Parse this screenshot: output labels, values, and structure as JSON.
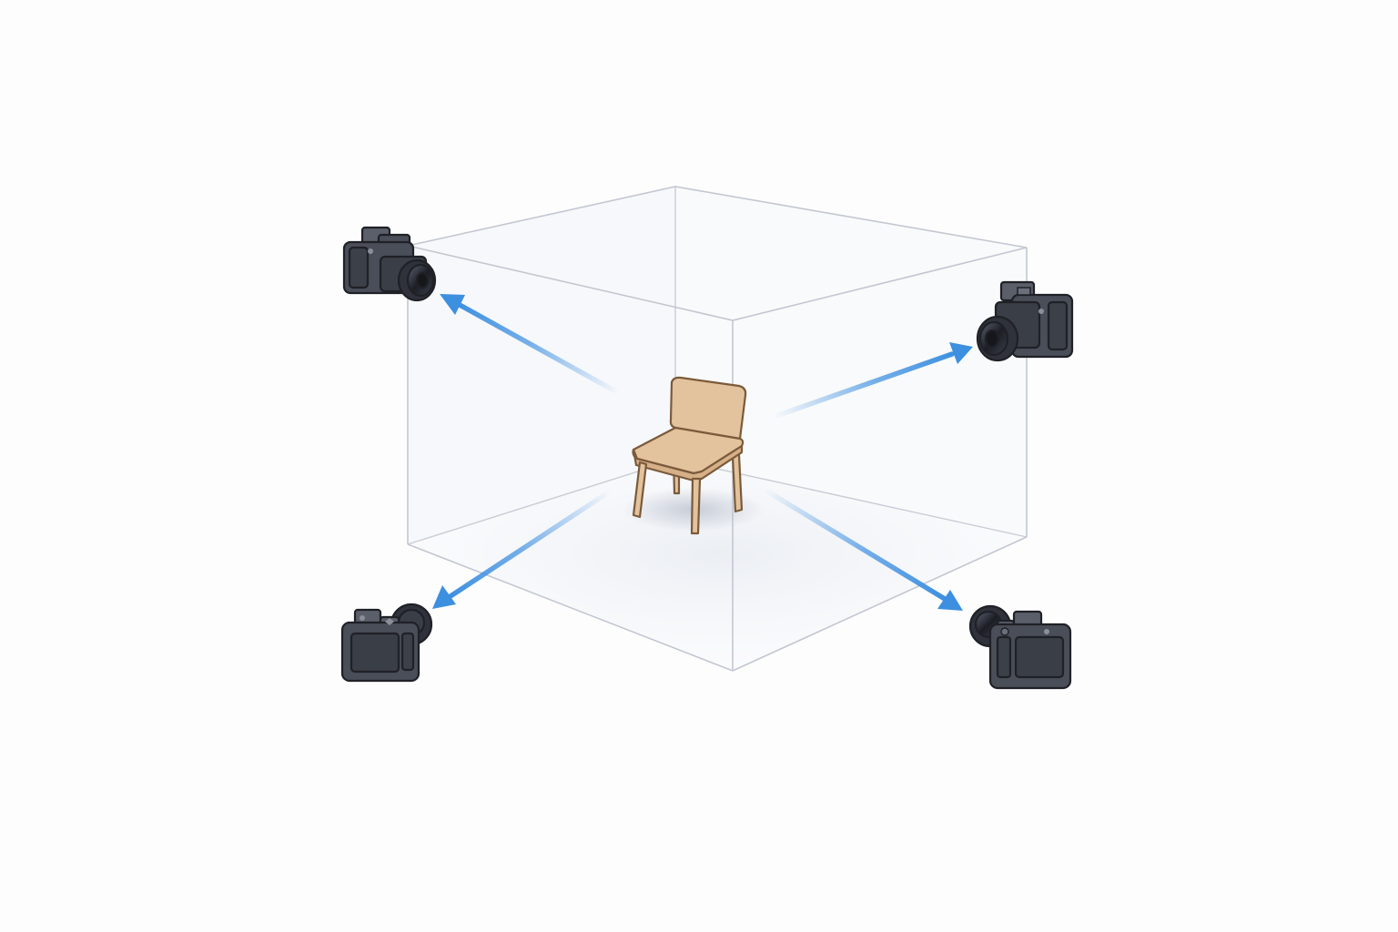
{
  "scene": {
    "subject": "chair",
    "camera_count": 4,
    "cameras": [
      {
        "id": "top-left"
      },
      {
        "id": "top-right"
      },
      {
        "id": "bottom-left"
      },
      {
        "id": "bottom-right"
      }
    ]
  },
  "colors": {
    "background": "#fdfdfe",
    "box_edge": "#c9ccd6",
    "arrow": "#3d8fe0",
    "chair_wood": "#e3c39d",
    "chair_outline": "#7a5a3a",
    "camera_body": "#4a4e58",
    "camera_dark": "#2f323a",
    "camera_outline": "#1f2127"
  }
}
